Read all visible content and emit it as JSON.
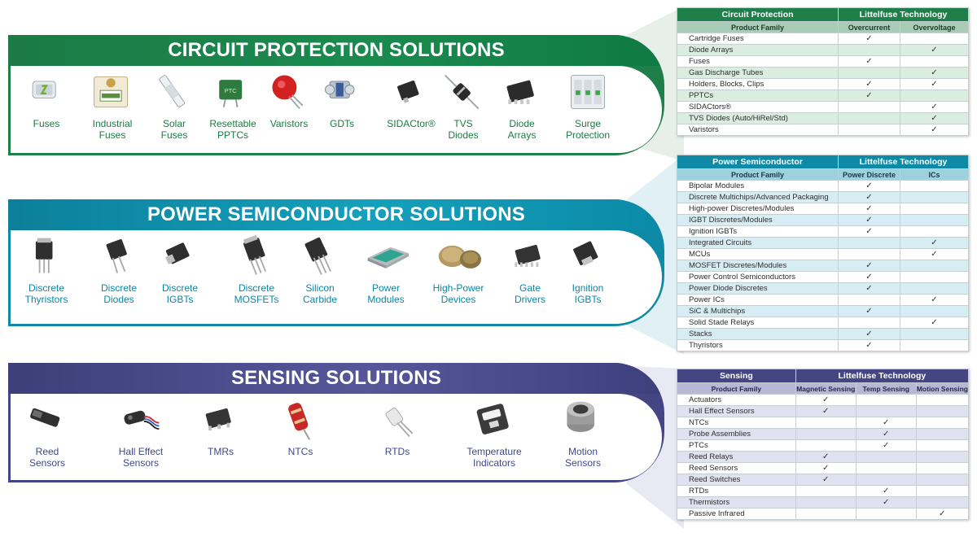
{
  "circuit_protection": {
    "title": "CIRCUIT PROTECTION SOLUTIONS",
    "products": [
      {
        "label": "Fuses",
        "icon": "fuse-icon"
      },
      {
        "label": "Industrial\nFuses",
        "icon": "industrial-fuse-icon"
      },
      {
        "label": "Solar\nFuses",
        "icon": "solar-fuse-icon"
      },
      {
        "label": "Resettable\nPPTCs",
        "icon": "pptc-icon"
      },
      {
        "label": "Varistors",
        "icon": "varistor-icon"
      },
      {
        "label": "GDTs",
        "icon": "gdt-icon"
      },
      {
        "label": "SIDACtor®",
        "icon": "sidactor-icon"
      },
      {
        "label": "TVS\nDiodes",
        "icon": "tvs-diode-icon"
      },
      {
        "label": "Diode\nArrays",
        "icon": "diode-array-icon"
      },
      {
        "label": "Surge\nProtection",
        "icon": "surge-protection-icon"
      }
    ],
    "table": {
      "header": [
        "Circuit Protection",
        "Littelfuse Technology"
      ],
      "subheader": [
        "Product Family",
        "Overcurrent",
        "Overvoltage"
      ],
      "rows": [
        [
          "Cartridge Fuses",
          "✓",
          ""
        ],
        [
          "Diode Arrays",
          "",
          "✓"
        ],
        [
          "Fuses",
          "✓",
          ""
        ],
        [
          "Gas Discharge Tubes",
          "",
          "✓"
        ],
        [
          "Holders, Blocks, Clips",
          "✓",
          "✓"
        ],
        [
          "PPTCs",
          "✓",
          ""
        ],
        [
          "SIDACtors®",
          "",
          "✓"
        ],
        [
          "TVS Diodes (Auto/HiRel/Std)",
          "",
          "✓"
        ],
        [
          "Varistors",
          "",
          "✓"
        ]
      ]
    }
  },
  "power_semiconductor": {
    "title": "POWER SEMICONDUCTOR SOLUTIONS",
    "products": [
      {
        "label": "Discrete\nThyristors",
        "icon": "thyristor-icon"
      },
      {
        "label": "Discrete\nDiodes",
        "icon": "diode-icon"
      },
      {
        "label": "Discrete\nIGBTs",
        "icon": "igbt-icon"
      },
      {
        "label": "Discrete\nMOSFETs",
        "icon": "mosfet-icon"
      },
      {
        "label": "Silicon\nCarbide",
        "icon": "silicon-carbide-icon"
      },
      {
        "label": "Power\nModules",
        "icon": "power-module-icon"
      },
      {
        "label": "High-Power\nDevices",
        "icon": "high-power-device-icon"
      },
      {
        "label": "Gate\nDrivers",
        "icon": "gate-driver-icon"
      },
      {
        "label": "Ignition\nIGBTs",
        "icon": "ignition-igbt-icon"
      }
    ],
    "table": {
      "header": [
        "Power Semiconductor",
        "Littelfuse Technology"
      ],
      "subheader": [
        "Product Family",
        "Power Discrete",
        "ICs"
      ],
      "rows": [
        [
          "Bipolar Modules",
          "✓",
          ""
        ],
        [
          "Discrete Multichips/Advanced Packaging",
          "✓",
          ""
        ],
        [
          "High-power Discretes/Modules",
          "✓",
          ""
        ],
        [
          "IGBT Discretes/Modules",
          "✓",
          ""
        ],
        [
          "Ignition IGBTs",
          "✓",
          ""
        ],
        [
          "Integrated Circuits",
          "",
          "✓"
        ],
        [
          "MCUs",
          "",
          "✓"
        ],
        [
          "MOSFET Discretes/Modules",
          "✓",
          ""
        ],
        [
          "Power Control Semiconductors",
          "✓",
          ""
        ],
        [
          "Power Diode Discretes",
          "✓",
          ""
        ],
        [
          "Power ICs",
          "",
          "✓"
        ],
        [
          "SiC & Multichips",
          "✓",
          ""
        ],
        [
          "Solid Stade Relays",
          "",
          "✓"
        ],
        [
          "Stacks",
          "✓",
          ""
        ],
        [
          "Thyristors",
          "✓",
          ""
        ]
      ]
    }
  },
  "sensing": {
    "title": "SENSING SOLUTIONS",
    "products": [
      {
        "label": "Reed\nSensors",
        "icon": "reed-sensor-icon"
      },
      {
        "label": "Hall Effect\nSensors",
        "icon": "hall-effect-sensor-icon"
      },
      {
        "label": "TMRs",
        "icon": "tmr-icon"
      },
      {
        "label": "NTCs",
        "icon": "ntc-icon"
      },
      {
        "label": "RTDs",
        "icon": "rtd-icon"
      },
      {
        "label": "Temperature\nIndicators",
        "icon": "temperature-indicator-icon"
      },
      {
        "label": "Motion\nSensors",
        "icon": "motion-sensor-icon"
      }
    ],
    "table": {
      "header": [
        "Sensing",
        "Littelfuse Technology"
      ],
      "subheader": [
        "Product Family",
        "Magnetic Sensing",
        "Temp Sensing",
        "Motion Sensing"
      ],
      "rows": [
        [
          "Actuators",
          "✓",
          "",
          ""
        ],
        [
          "Hall Effect Sensors",
          "✓",
          "",
          ""
        ],
        [
          "NTCs",
          "",
          "✓",
          ""
        ],
        [
          "Probe Assemblies",
          "",
          "✓",
          ""
        ],
        [
          "PTCs",
          "",
          "✓",
          ""
        ],
        [
          "Reed Relays",
          "✓",
          "",
          ""
        ],
        [
          "Reed Sensors",
          "✓",
          "",
          ""
        ],
        [
          "Reed Switches",
          "✓",
          "",
          ""
        ],
        [
          "RTDs",
          "",
          "✓",
          ""
        ],
        [
          "Thermistors",
          "",
          "✓",
          ""
        ],
        [
          "Passive Infrared",
          "",
          "",
          "✓"
        ]
      ]
    }
  },
  "colors": {
    "circuit_protection": "#1e7f4a",
    "power_semiconductor": "#0f8aa6",
    "sensing": "#444683"
  }
}
